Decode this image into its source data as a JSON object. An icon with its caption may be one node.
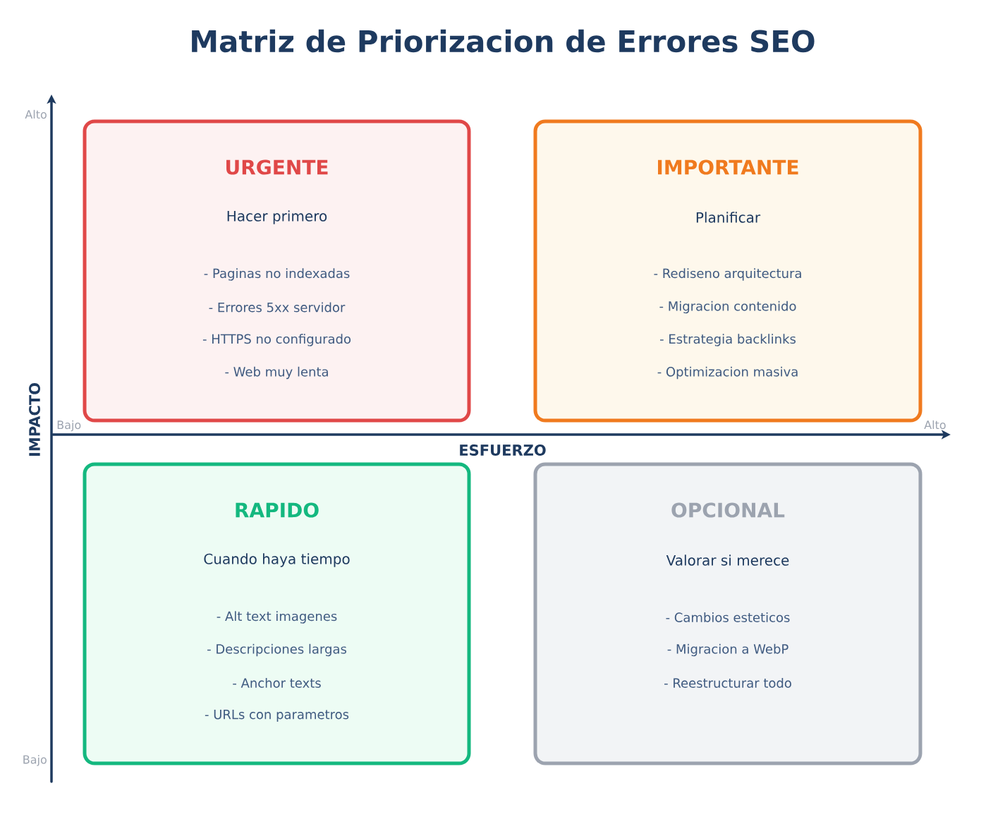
{
  "diagram": {
    "title": "Matriz de Priorizacion de Errores SEO",
    "nodes": [
      {
        "text": [
          "URGENTE",
          "Hacer primero",
          "- Paginas no indexadas",
          "- Errores 5xx servidor",
          "- HTTPS no configurado",
          "- Web muy lenta"
        ]
      },
      {
        "text": [
          "IMPORTANTE",
          "Planificar",
          "- Rediseno arquitectura",
          "- Migracion contenido",
          "- Estrategia backlinks",
          "- Optimizacion masiva"
        ]
      },
      {
        "text": [
          "RAPIDO",
          "Cuando haya tiempo",
          "- Alt text imagenes",
          "- Descripciones largas",
          "- Anchor texts",
          "- URLs con parametros"
        ]
      },
      {
        "text": [
          "OPCIONAL",
          "Valorar si merece",
          "- Cambios esteticos",
          "- Migracion a WebP",
          "- Reestructurar todo"
        ]
      }
    ],
    "labels": [
      "Alto",
      "IMPACTO",
      "Bajo",
      "Alto",
      "ESFUERZO",
      "Bajo"
    ]
  }
}
